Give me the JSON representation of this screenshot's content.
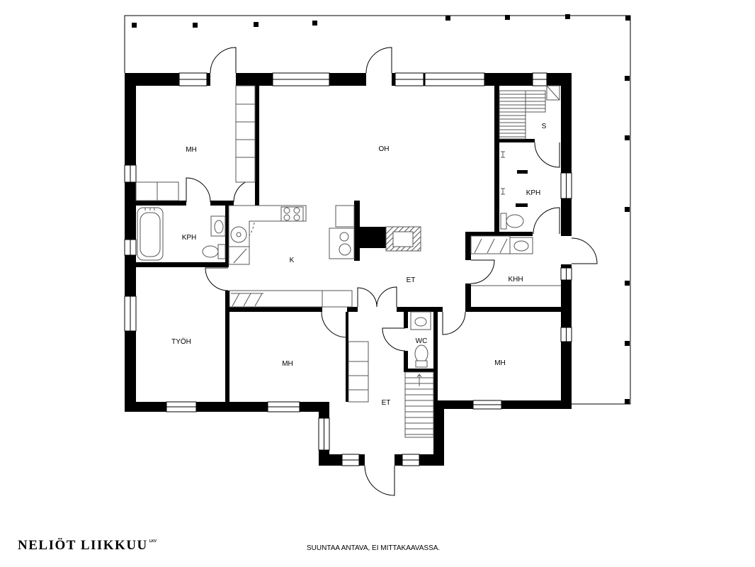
{
  "rooms": {
    "mh_northwest": "MH",
    "oh": "OH",
    "s": "S",
    "kph_east": "KPH",
    "kph_west": "KPH",
    "k": "K",
    "et_hall": "ET",
    "khh": "KHH",
    "tyoh": "TYÖH",
    "mh_middle": "MH",
    "wc": "WC",
    "mh_east": "MH",
    "et_entry": "ET"
  },
  "footer": {
    "brand": "NELIÖT LIIKKUU",
    "brand_suffix": "LKV",
    "disclaimer": "SUUNTAA ANTAVA, EI MITTAKAAVASSA."
  },
  "colors": {
    "wall": "#000000",
    "fixture_line": "#555555",
    "background": "#ffffff"
  }
}
